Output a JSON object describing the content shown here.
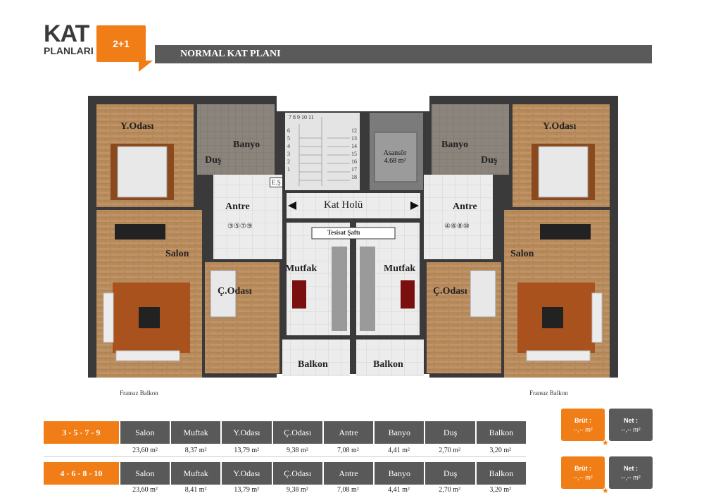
{
  "header": {
    "logo_line1": "KAT",
    "logo_line2": "PLANLARI",
    "badge": "2+1",
    "title": "NORMAL KAT PLANI"
  },
  "plan": {
    "rooms": {
      "yodasi_left": "Y.Odası",
      "yodasi_right": "Y.Odası",
      "dus_left": "Duş",
      "dus_right": "Duş",
      "banyo_left": "Banyo",
      "banyo_right": "Banyo",
      "es": "E.Ş",
      "asansor": "Asansör",
      "asansor_area": "4.68 m²",
      "kat_holu": "Kat Holü",
      "antre_left": "Antre",
      "antre_right": "Antre",
      "units_left": "③⑤⑦⑨",
      "units_right": "④⑥⑧⑩",
      "tesisat": "Tesisat Şaftı",
      "salon_left": "Salon",
      "salon_right": "Salon",
      "mutfak_left": "Mutfak",
      "mutfak_right": "Mutfak",
      "codasi_left": "Ç.Odası",
      "codasi_right": "Ç.Odası",
      "balkon_left": "Balkon",
      "balkon_right": "Balkon",
      "fransiz_left": "Fransız Balkon",
      "fransiz_right": "Fransız Balkon"
    },
    "stairs": [
      "1",
      "2",
      "3",
      "4",
      "5",
      "6",
      "7",
      "8",
      "9",
      "10",
      "11",
      "12",
      "13",
      "14",
      "15",
      "16",
      "17",
      "18"
    ]
  },
  "colors": {
    "accent": "#f07d16",
    "dark": "#595959"
  },
  "table": {
    "rooms": [
      "Salon",
      "Muftak",
      "Y.Odası",
      "Ç.Odası",
      "Antre",
      "Banyo",
      "Duş",
      "Balkon"
    ],
    "rows": [
      {
        "unit": "3 - 5 - 7 - 9",
        "values": [
          "23,60 m²",
          "8,37 m²",
          "13,79 m²",
          "9,38 m²",
          "7,08 m²",
          "4,41 m²",
          "2,70 m²",
          "3,20 m²"
        ]
      },
      {
        "unit": "4 - 6 - 8 - 10",
        "values": [
          "23,60 m²",
          "8,41 m²",
          "13,79 m²",
          "9,38 m²",
          "7,08 m²",
          "4,41 m²",
          "2,70 m²",
          "3,20 m²"
        ]
      }
    ]
  },
  "callouts": [
    {
      "brut_label": "Brüt :",
      "brut_value": "--,-- m²",
      "net_label": "Net :",
      "net_value": "--,-- m²"
    },
    {
      "brut_label": "Brüt :",
      "brut_value": "--,-- m²",
      "net_label": "Net :",
      "net_value": "--,-- m²"
    }
  ]
}
